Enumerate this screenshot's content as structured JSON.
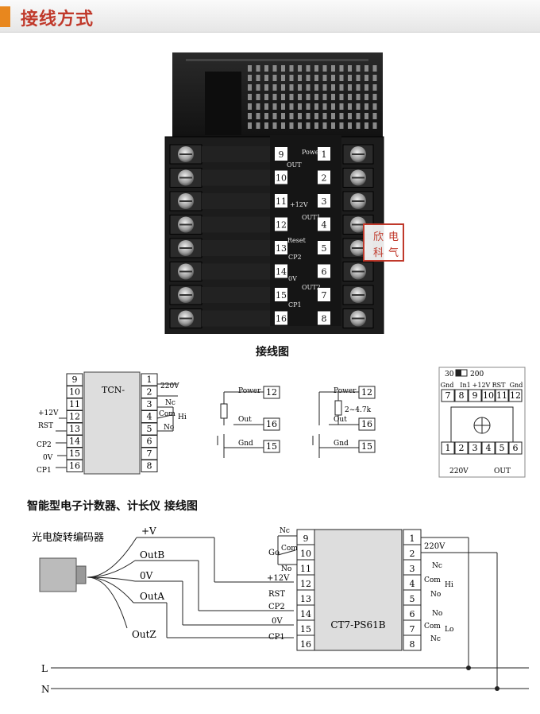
{
  "header": {
    "title": "接线方式"
  },
  "photo": {
    "left_terminals": [
      "9",
      "10",
      "11",
      "12",
      "13",
      "14",
      "15",
      "16"
    ],
    "right_terminals": [
      "1",
      "2",
      "3",
      "4",
      "5",
      "6",
      "7",
      "8"
    ],
    "labels": {
      "power": "Power",
      "out": "OUT",
      "out1": "OUT1",
      "out2": "OUT2",
      "v12": "+12V",
      "reset": "Reset",
      "cp2": "CP2",
      "ov": "0V",
      "cp1": "CP1"
    },
    "stamp": [
      "欣",
      "电",
      "科",
      "气"
    ]
  },
  "caption_wiring": "接线图",
  "tcn": {
    "name": "TCN-",
    "left": [
      "9",
      "10",
      "11",
      "12",
      "13",
      "14",
      "15",
      "16"
    ],
    "right": [
      "1",
      "2",
      "3",
      "4",
      "5",
      "6",
      "7",
      "8"
    ],
    "labels": {
      "ac": "220V",
      "nc": "Nc",
      "com": "Com",
      "no": "No",
      "hi": "Hi",
      "v12": "+12V",
      "rst": "RST",
      "cp2": "CP2",
      "ov": "0V",
      "cp1": "CP1"
    }
  },
  "sensor1": {
    "power": "Power",
    "out": "Out",
    "gnd": "Gnd",
    "t_power": "12",
    "t_out": "16",
    "t_gnd": "15"
  },
  "sensor2": {
    "power": "Power",
    "res": "2~4.7k",
    "out": "Out",
    "gnd": "Gnd",
    "t_power": "12",
    "t_out": "16",
    "t_gnd": "15"
  },
  "panel": {
    "range": [
      "30",
      "200"
    ],
    "top_labels": [
      "Gnd",
      "In1",
      "+12V",
      "RST",
      "Gnd"
    ],
    "top_terms": [
      "7",
      "8",
      "9",
      "10",
      "11",
      "12"
    ],
    "bottom_terms": [
      "1",
      "2",
      "3",
      "4",
      "5",
      "6"
    ],
    "bottom_labels": [
      "220V",
      "OUT"
    ]
  },
  "section2": {
    "title": "智能型电子计数器、计长仪 接线图"
  },
  "ct7": {
    "name": "CT7-PS61B",
    "encoder": "光电旋转编码器",
    "wires": [
      "+V",
      "OutB",
      "0V",
      "OutA",
      "OutZ"
    ],
    "left": [
      "9",
      "10",
      "11",
      "12",
      "13",
      "14",
      "15",
      "16"
    ],
    "right": [
      "1",
      "2",
      "3",
      "4",
      "5",
      "6",
      "7",
      "8"
    ],
    "left_labels": {
      "nc": "Nc",
      "com": "Com",
      "go": "Go",
      "no": "No",
      "v12": "+12V",
      "rst": "RST",
      "cp2": "CP2",
      "ov": "0V",
      "cp1": "CP1"
    },
    "right_labels": {
      "ac": "220V",
      "nc_hi": "Nc",
      "com_hi": "Com",
      "hi": "Hi",
      "no_hi": "No",
      "no_lo": "No",
      "com_lo": "Com",
      "lo": "Lo",
      "nc_lo": "Nc"
    },
    "lines": [
      "L",
      "N"
    ]
  }
}
